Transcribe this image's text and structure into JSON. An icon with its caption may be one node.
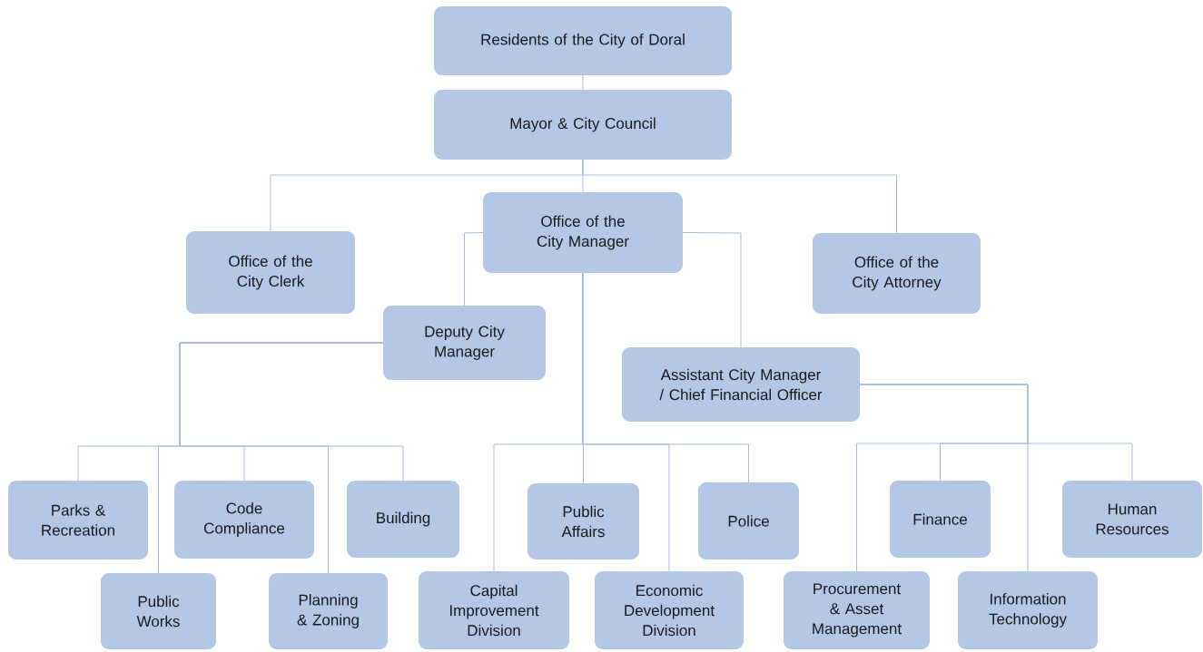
{
  "diagram": {
    "nodes": [
      {
        "text": [
          "Residents of the City of Doral"
        ]
      },
      {
        "text": [
          "Mayor & City Council"
        ]
      },
      {
        "text": [
          "Office of the City Clerk"
        ]
      },
      {
        "text": [
          "Office of the City Manager"
        ]
      },
      {
        "text": [
          "Office of the City Attorney"
        ]
      },
      {
        "text": [
          "Deputy City Manager"
        ]
      },
      {
        "text": [
          "Assistant City Manager / Chief Financial Officer"
        ]
      },
      {
        "text": [
          "Parks & Recreation"
        ]
      },
      {
        "text": [
          "Public Works"
        ]
      },
      {
        "text": [
          "Code Compliance"
        ]
      },
      {
        "text": [
          "Planning & Zoning"
        ]
      },
      {
        "text": [
          "Building"
        ]
      },
      {
        "text": [
          "Public Affairs"
        ]
      },
      {
        "text": [
          "Police"
        ]
      },
      {
        "text": [
          "Capital Improvement Division"
        ]
      },
      {
        "text": [
          "Economic Development Division"
        ]
      },
      {
        "text": [
          "Finance"
        ]
      },
      {
        "text": [
          "Human Resources"
        ]
      },
      {
        "text": [
          "Procurement & Asset Management"
        ]
      },
      {
        "text": [
          "Information Technology"
        ]
      }
    ],
    "edges": [
      {
        "from": 0,
        "to": 1,
        "arrow": "none"
      },
      {
        "from": 1,
        "to": 2,
        "arrow": "none"
      },
      {
        "from": 1,
        "to": 3,
        "arrow": "none"
      },
      {
        "from": 1,
        "to": 4,
        "arrow": "none"
      },
      {
        "from": 3,
        "to": 5,
        "arrow": "none"
      },
      {
        "from": 3,
        "to": 6,
        "arrow": "none"
      },
      {
        "from": 5,
        "to": 7,
        "arrow": "none"
      },
      {
        "from": 5,
        "to": 8,
        "arrow": "none"
      },
      {
        "from": 5,
        "to": 9,
        "arrow": "none"
      },
      {
        "from": 5,
        "to": 10,
        "arrow": "none"
      },
      {
        "from": 5,
        "to": 11,
        "arrow": "none"
      },
      {
        "from": 3,
        "to": 12,
        "arrow": "none"
      },
      {
        "from": 3,
        "to": 13,
        "arrow": "none"
      },
      {
        "from": 3,
        "to": 14,
        "arrow": "none"
      },
      {
        "from": 3,
        "to": 15,
        "arrow": "none"
      },
      {
        "from": 6,
        "to": 16,
        "arrow": "none"
      },
      {
        "from": 6,
        "to": 17,
        "arrow": "none"
      },
      {
        "from": 6,
        "to": 18,
        "arrow": "none"
      },
      {
        "from": 6,
        "to": 19,
        "arrow": "none"
      }
    ]
  }
}
